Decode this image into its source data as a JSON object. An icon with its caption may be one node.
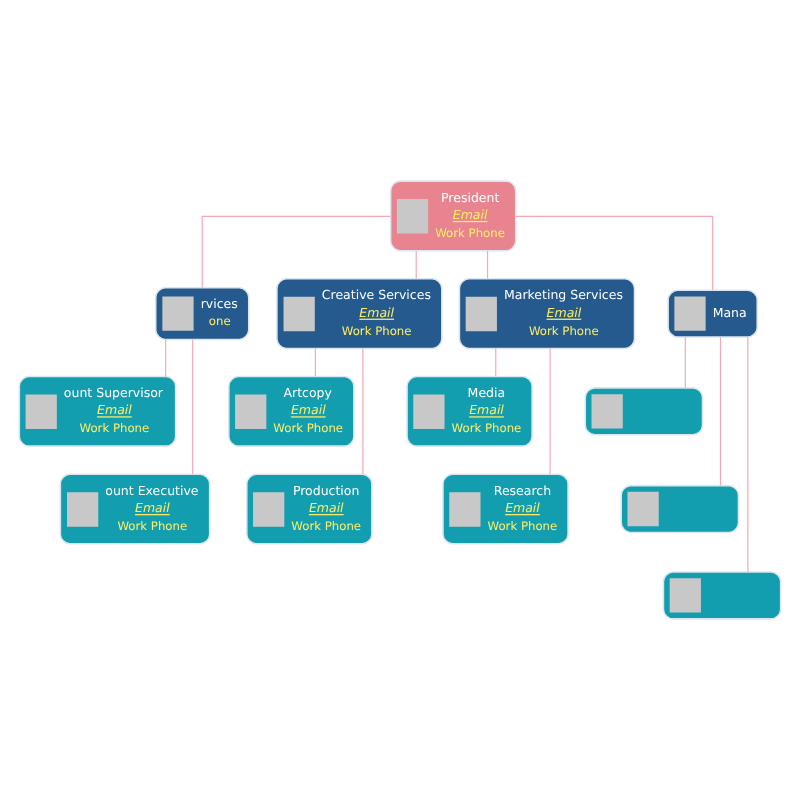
{
  "diagram": {
    "nodes": [
      {
        "text": [
          "President",
          "Email",
          "Work Phone"
        ]
      },
      {
        "text": [
          "rvices",
          "one"
        ]
      },
      {
        "text": [
          "Creative Services",
          "Email",
          "Work Phone"
        ]
      },
      {
        "text": [
          "Marketing Services",
          "Email",
          "Work Phone"
        ]
      },
      {
        "text": [
          "Mana"
        ]
      },
      {
        "text": [
          "ount Supervisor",
          "Email",
          "Work Phone"
        ]
      },
      {
        "text": [
          "ount Executive",
          "Email",
          "Work Phone"
        ]
      },
      {
        "text": [
          "Artcopy",
          "Email",
          "Work Phone"
        ]
      },
      {
        "text": [
          "Production",
          "Email",
          "Work Phone"
        ]
      },
      {
        "text": [
          "Media",
          "Email",
          "Work Phone"
        ]
      },
      {
        "text": [
          "Research",
          "Email",
          "Work Phone"
        ]
      },
      {
        "text": [],
        "shape": "box"
      },
      {
        "text": [],
        "shape": "box"
      },
      {
        "text": [],
        "shape": "box"
      }
    ],
    "edges": [
      {
        "from": 0,
        "to": 1,
        "arrow": "none"
      },
      {
        "from": 0,
        "to": 2,
        "arrow": "none"
      },
      {
        "from": 0,
        "to": 3,
        "arrow": "none"
      },
      {
        "from": 0,
        "to": 4,
        "arrow": "none"
      },
      {
        "from": 1,
        "to": 5,
        "arrow": "none"
      },
      {
        "from": 1,
        "to": 6,
        "arrow": "none"
      },
      {
        "from": 2,
        "to": 7,
        "arrow": "none"
      },
      {
        "from": 2,
        "to": 8,
        "arrow": "none"
      },
      {
        "from": 3,
        "to": 9,
        "arrow": "none"
      },
      {
        "from": 3,
        "to": 10,
        "arrow": "none"
      },
      {
        "from": 4,
        "to": 11,
        "arrow": "none"
      },
      {
        "from": 4,
        "to": 12,
        "arrow": "none"
      },
      {
        "from": 4,
        "to": 13,
        "arrow": "none"
      }
    ]
  }
}
